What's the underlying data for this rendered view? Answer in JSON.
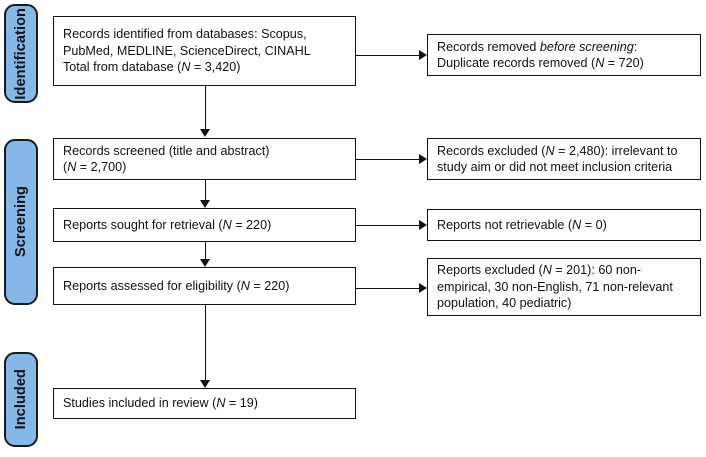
{
  "diagram": {
    "type": "prisma-flow-diagram",
    "accent_color": "#85B8E8",
    "line_color": "#111111",
    "background": "#ffffff"
  },
  "stages": [
    {
      "id": "identification",
      "label": "Identification"
    },
    {
      "id": "screening",
      "label": "Screening"
    },
    {
      "id": "included",
      "label": "Included"
    }
  ],
  "boxes": {
    "records_identified": {
      "line1": "Records identified from databases: Scopus,",
      "line2": "PubMed, MEDLINE, ScienceDirect, CINAHL",
      "line3_pre": "Total from database (",
      "line3_italic": "N",
      "line3_post": " = 3,420)"
    },
    "records_removed": {
      "line1_pre": "Records removed ",
      "line1_italic": "before screening",
      "line1_post": ":",
      "line2_pre": "Duplicate records removed (",
      "line2_italic": "N",
      "line2_post": " = 720)"
    },
    "records_screened": {
      "line1": "Records screened (title and abstract)",
      "line2_pre": "(",
      "line2_italic": "N",
      "line2_post": " = 2,700)"
    },
    "records_excluded": {
      "line1_pre": "Records excluded (",
      "line1_italic": "N",
      "line1_post": " = 2,480): irrelevant to",
      "line2": "study aim or did not meet inclusion criteria"
    },
    "reports_sought": {
      "line1_pre": "Reports sought for retrieval (",
      "line1_italic": "N",
      "line1_post": " = 220)"
    },
    "reports_not_retrievable": {
      "line1_pre": "Reports not retrievable (",
      "line1_italic": "N",
      "line1_post": " = 0)"
    },
    "reports_assessed": {
      "line1_pre": "Reports assessed for eligibility (",
      "line1_italic": "N",
      "line1_post": " = 220)"
    },
    "reports_excluded": {
      "line1_pre": "Reports excluded (",
      "line1_italic": "N",
      "line1_post": " = 201): 60 non-",
      "line2": "empirical, 30 non-English, 71 non-relevant",
      "line3": "population, 40 pediatric)"
    },
    "studies_included": {
      "line1_pre": "Studies included in review (",
      "line1_italic": "N",
      "line1_post": " = 19)"
    }
  }
}
